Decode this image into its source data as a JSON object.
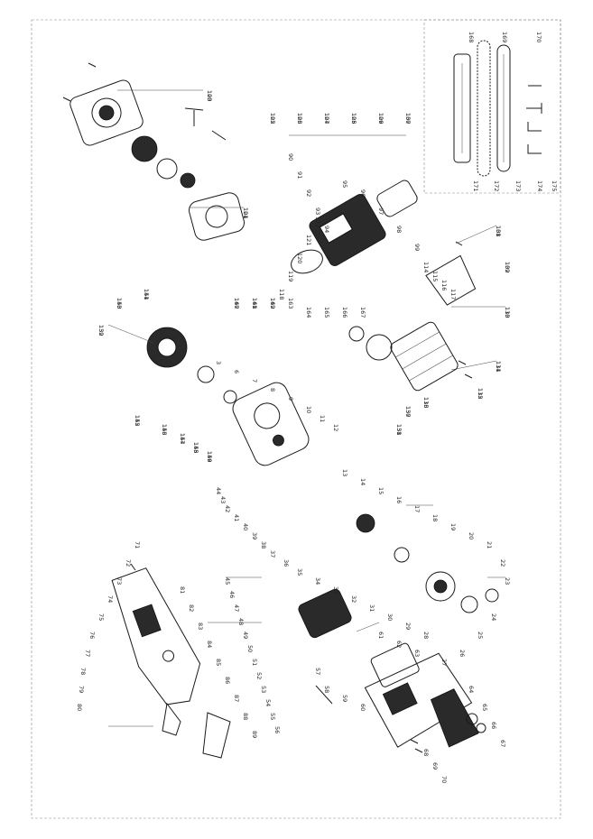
{
  "diagram": {
    "title": "",
    "inset_labels": [
      "168",
      "169",
      "170",
      "171",
      "172",
      "173",
      "174",
      "175"
    ],
    "labels": [
      "100",
      "101",
      "102",
      "103",
      "104",
      "105",
      "106",
      "107",
      "108",
      "109",
      "110",
      "111",
      "112",
      "113",
      "150",
      "151",
      "152",
      "153",
      "154",
      "155",
      "156",
      "157",
      "158",
      "159",
      "160",
      "161",
      "162",
      "163",
      "164",
      "165",
      "166",
      "167",
      "3",
      "6",
      "7",
      "8",
      "9",
      "10",
      "11",
      "12",
      "13",
      "14",
      "15",
      "16",
      "17",
      "18",
      "19",
      "20",
      "21",
      "22",
      "23",
      "24",
      "25",
      "26",
      "27",
      "28",
      "29",
      "30",
      "31",
      "32",
      "33",
      "34",
      "35",
      "36",
      "37",
      "38",
      "39",
      "40",
      "41",
      "42",
      "43",
      "44",
      "45",
      "46",
      "47",
      "48",
      "49",
      "50",
      "51",
      "52",
      "53",
      "54",
      "55",
      "56",
      "57",
      "58",
      "59",
      "60",
      "61",
      "62",
      "63",
      "64",
      "65",
      "66",
      "67",
      "68",
      "69",
      "70",
      "71",
      "72",
      "73",
      "74",
      "75",
      "76",
      "77",
      "78",
      "79",
      "80",
      "81",
      "82",
      "83",
      "84",
      "85",
      "86",
      "87",
      "88",
      "89",
      "90",
      "91",
      "92",
      "93",
      "94",
      "95",
      "96",
      "97",
      "98",
      "99",
      "114",
      "115",
      "116",
      "117",
      "118",
      "119",
      "120",
      "121",
      "122",
      "123",
      "124",
      "125",
      "126",
      "127",
      "128",
      "129",
      "130",
      "131",
      "132",
      "133",
      "134",
      "135",
      "136",
      "137",
      "138",
      "139",
      "140",
      "141",
      "142",
      "143",
      "144",
      "145",
      "146",
      "147",
      "148",
      "149"
    ]
  }
}
